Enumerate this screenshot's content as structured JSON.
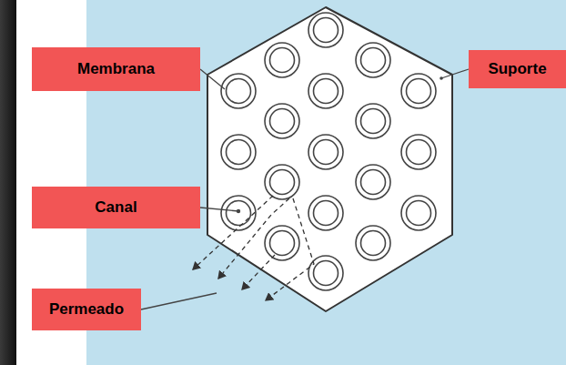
{
  "diagram": {
    "nodes": [
      {
        "text": [
          "Membrana"
        ]
      },
      {
        "text": [
          "Suporte"
        ]
      },
      {
        "text": [
          "Canal"
        ]
      },
      {
        "text": [
          "Permeado"
        ]
      }
    ]
  }
}
